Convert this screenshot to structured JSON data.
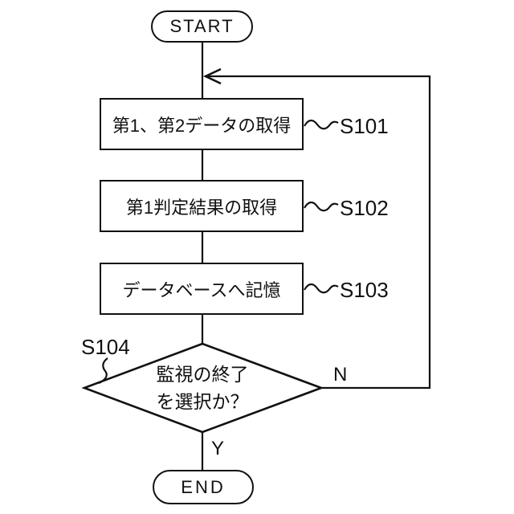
{
  "figure": {
    "type": "flowchart",
    "colors": {
      "line": "#111111",
      "background": "#ffffff",
      "text": "#111111"
    },
    "nodes": {
      "start": {
        "label": "START"
      },
      "s101": {
        "step": "S101",
        "label": "第1、第2データの取得"
      },
      "s102": {
        "step": "S102",
        "label": "第1判定結果の取得"
      },
      "s103": {
        "step": "S103",
        "label": "データベースへ記憶"
      },
      "s104": {
        "step": "S104",
        "line1": "監視の終了",
        "line2": "を選択か？"
      },
      "end": {
        "label": "END"
      }
    },
    "branches": {
      "no": "N",
      "yes": "Y"
    }
  }
}
